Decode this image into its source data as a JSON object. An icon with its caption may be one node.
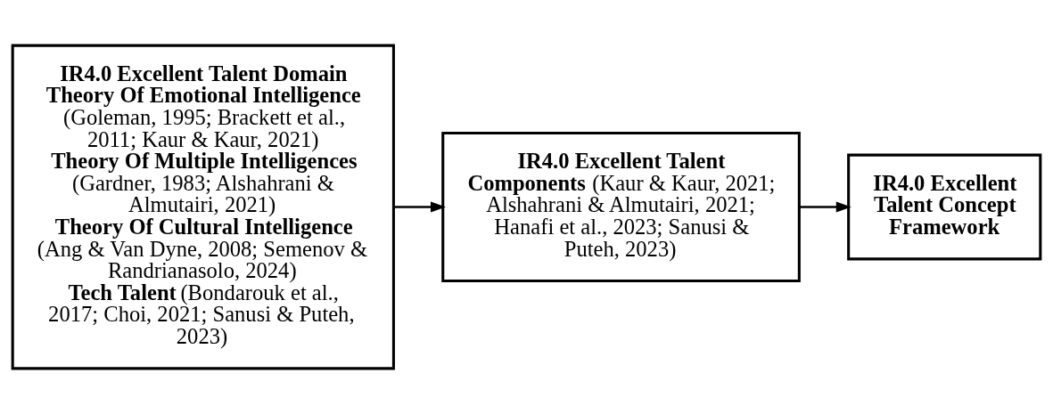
{
  "diagram": {
    "nodes": [
      {
        "text": [
          "IR4.0 Excellent Talent Domain",
          "Theory Of Emotional Intelligence",
          "(Goleman, 1995; Brackett et al., 2011; Kaur & Kaur, 2021)",
          "Theory Of Multiple Intelligences",
          "(Gardner, 1983; Alshahrani & Almutairi, 2021)",
          "Theory Of Cultural Intelligence",
          "(Ang & Van Dyne, 2008; Semenov & Randrianasolo, 2024)",
          "**Tech Talent** (Bondarouk et al., 2017; Choi, 2021; Sanusi & Puteh, 2023)"
        ]
      },
      {
        "text": [
          "**IR4.0 Excellent Talent Components** (Kaur & Kaur, 2021; Alshahrani & Almutairi, 2021; Hanafi et al., 2023; Sanusi & Puteh, 2023)"
        ]
      },
      {
        "text": [
          "IR4.0 Excellent Talent Concept Framework"
        ]
      }
    ],
    "edges": [
      {
        "from": 0,
        "to": 1,
        "arrow": "to"
      },
      {
        "from": 1,
        "to": 2,
        "arrow": "to"
      }
    ]
  }
}
